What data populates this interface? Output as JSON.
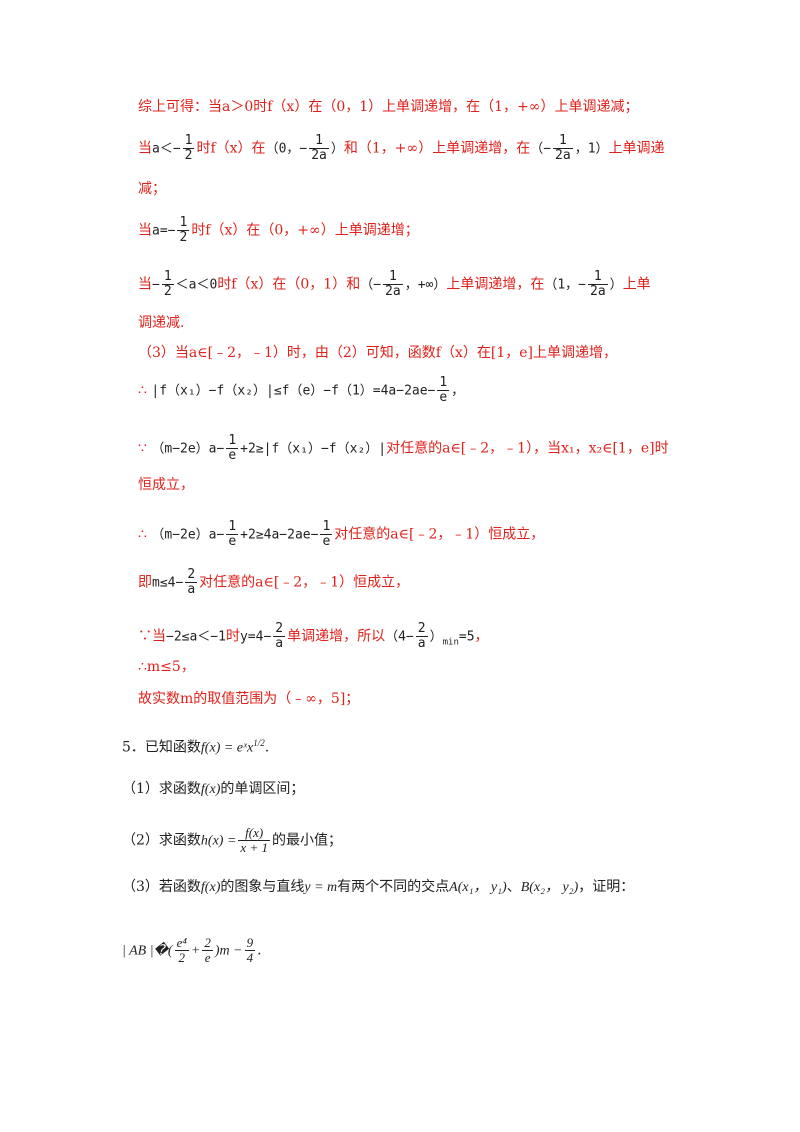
{
  "p1": {
    "text": "综上可得：当a＞0时f（x）在（0，1）上单调递增，在（1，+∞）上单调递减；"
  },
  "p2": {
    "pre": "当",
    "math_a": "a＜−",
    "f1_n": "1",
    "f1_d": "2",
    "t1": "时f（x）在",
    "math_open1": "（0，−",
    "f2_n": "1",
    "f2_d": "2a",
    "math_close1": "）",
    "t2": "和（1，+∞）上单调递增，在",
    "math_open2": "（−",
    "f3_n": "1",
    "f3_d": "2a",
    "math_close2": "，1）",
    "t3": "上单调递",
    "cont": "减；"
  },
  "p3": {
    "pre": "当",
    "math_a": "a=−",
    "f_n": "1",
    "f_d": "2",
    "t": "时f（x）在（0，+∞）上单调递增；"
  },
  "p4": {
    "pre": "当",
    "math_a": "−",
    "f1_n": "1",
    "f1_d": "2",
    "math_b": "＜a＜0",
    "t1": "时f（x）在（0，1）和",
    "math_open1": "（−",
    "f2_n": "1",
    "f2_d": "2a",
    "math_close1": "，+∞）",
    "t2": "上单调递增，在",
    "math_open2": "（1，−",
    "f3_n": "1",
    "f3_d": "2a",
    "math_close2": "）",
    "t3": "上单",
    "cont": "调递减."
  },
  "p5": {
    "text": "（3）当a∈[﹣2，﹣1）时，由（2）可知，函数f（x）在[1，e]上单调递增，"
  },
  "p6": {
    "sym": "∴",
    "math": "|f（x₁）−f（x₂）|≤f（e）−f（1）=4a−2ae−",
    "f_n": "1",
    "f_d": "e",
    "tail": "，"
  },
  "p7": {
    "sym": "∵",
    "math1": "（m−2e）a−",
    "f_n": "1",
    "f_d": "e",
    "math2": "+2≥|f（x₁）−f（x₂）|",
    "t": "对任意的a∈[﹣2，﹣1），当x₁，x₂∈[1，e]时",
    "cont": "恒成立，"
  },
  "p8": {
    "sym": "∴",
    "math1": "（m−2e）a−",
    "f1_n": "1",
    "f1_d": "e",
    "math2": "+2≥4a−2ae−",
    "f2_n": "1",
    "f2_d": "e",
    "t": "对任意的a∈[﹣2，﹣1）恒成立，"
  },
  "p9": {
    "pre": "即",
    "math": "m≤4−",
    "f_n": "2",
    "f_d": "a",
    "t": "对任意的a∈[﹣2，﹣1）恒成立，"
  },
  "p10": {
    "sym": "∵当",
    "math1": "−2≤a＜−1",
    "t1": "时",
    "math2": "y=4−",
    "f1_n": "2",
    "f1_d": "a",
    "t2": "单调递增，所以",
    "math3": "（4−",
    "f2_n": "2",
    "f2_d": "a",
    "math4": "）",
    "sub": "min",
    "math5": "=5",
    "tail": "，"
  },
  "p11": {
    "text": "∴m≤5，"
  },
  "p12": {
    "text": "故实数m的取值范围为（﹣∞，5]；"
  },
  "q5": {
    "num": "5．已知函数",
    "math": "f(x) = eˣx",
    "sup": "1/2",
    "tail": "."
  },
  "q5_1": {
    "pre": "（1）求函数",
    "math": "f(x)",
    "t": "的单调区间；"
  },
  "q5_2": {
    "pre": "（2）求函数",
    "math": "h(x) =",
    "f_n": "f(x)",
    "f_d": "x + 1",
    "t": "的最小值；"
  },
  "q5_3": {
    "pre": "（3）若函数",
    "math1": "f(x)",
    "t1": "的图象与直线",
    "math2": "y = m",
    "t2": "有两个不同的交点",
    "math3": "A(x₁， y₁)",
    "t3": "、",
    "math4": "B(x₂， y₂)",
    "t4": "，证明："
  },
  "q5_4": {
    "math1": "| AB |�(",
    "f1_n": "e⁴",
    "f1_d": "2",
    "math2": "+",
    "f2_n": "2",
    "f2_d": "e",
    "math3": ")m −",
    "f3_n": "9",
    "f3_d": "4",
    "tail": "."
  }
}
